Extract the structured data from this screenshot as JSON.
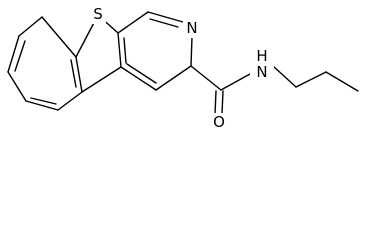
{
  "molecule": {
    "atoms": {
      "sulfur": "S",
      "ring_nitrogen": "N",
      "amide_nitrogen": "N",
      "amide_hydrogen": "H",
      "carbonyl_oxygen": "O"
    }
  },
  "colors": {
    "bond": "#000000",
    "label": "#000000",
    "background": "#ffffff"
  }
}
